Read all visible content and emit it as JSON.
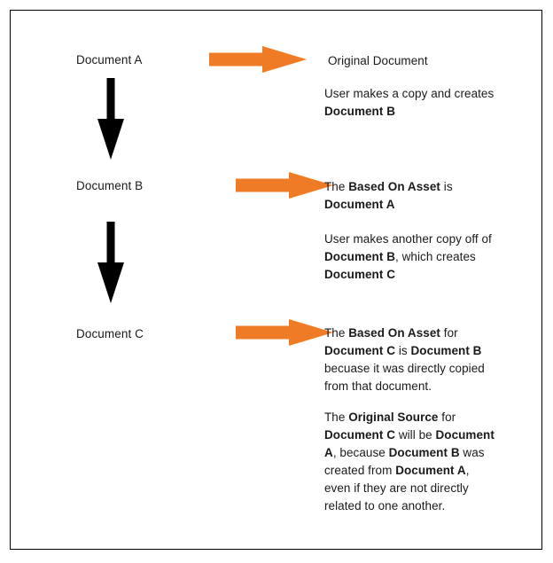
{
  "diagram": {
    "title": "Document lineage: Based On Asset and Original Source",
    "colors": {
      "arrow_orange": "#F07B26",
      "arrow_black": "#000000",
      "frame_border": "#000000",
      "text": "#1a1a1a",
      "background": "#ffffff"
    },
    "nodes": [
      {
        "id": "doc-a",
        "label": "Document A"
      },
      {
        "id": "doc-b",
        "label": "Document B"
      },
      {
        "id": "doc-c",
        "label": "Document C"
      }
    ],
    "flow_arrows": [
      {
        "id": "a-to-b",
        "icon": "down-arrow-icon",
        "direction": "down",
        "color": "#000000",
        "from": "Document A",
        "to": "Document B"
      },
      {
        "id": "b-to-c",
        "icon": "down-arrow-icon",
        "direction": "down",
        "color": "#000000",
        "from": "Document B",
        "to": "Document C"
      }
    ],
    "callout_arrows": [
      {
        "id": "callout-a",
        "icon": "right-arrow-icon",
        "direction": "right",
        "color": "#F07B26",
        "points_to": "Original Document"
      },
      {
        "id": "callout-b",
        "icon": "right-arrow-icon",
        "direction": "right",
        "color": "#F07B26",
        "points_to": "The Based On Asset is Document A"
      },
      {
        "id": "callout-c",
        "icon": "right-arrow-icon",
        "direction": "right",
        "color": "#F07B26",
        "points_to": "The Based On Asset for Document C is Document B"
      }
    ],
    "annotations": [
      {
        "id": "original-document",
        "parts": [
          {
            "text": "Original Document",
            "bold": false
          }
        ]
      },
      {
        "id": "user-copy-b",
        "parts": [
          {
            "text": "User makes a copy and creates ",
            "bold": false
          },
          {
            "text": "Document B",
            "bold": true
          }
        ]
      },
      {
        "id": "based-on-asset-a",
        "parts": [
          {
            "text": "The ",
            "bold": false
          },
          {
            "text": "Based On Asset",
            "bold": true
          },
          {
            "text": " is ",
            "bold": false
          },
          {
            "text": "Document A",
            "bold": true
          }
        ]
      },
      {
        "id": "user-copy-c",
        "parts": [
          {
            "text": "User makes another copy off of ",
            "bold": false
          },
          {
            "text": "Document B",
            "bold": true
          },
          {
            "text": ", which creates ",
            "bold": false
          },
          {
            "text": "Document C",
            "bold": true
          }
        ]
      },
      {
        "id": "based-on-asset-c",
        "parts": [
          {
            "text": "The ",
            "bold": false
          },
          {
            "text": "Based On Asset",
            "bold": true
          },
          {
            "text": " for ",
            "bold": false
          },
          {
            "text": "Document C",
            "bold": true
          },
          {
            "text": " is ",
            "bold": false
          },
          {
            "text": "Document B",
            "bold": true
          },
          {
            "text": " becuase it was directly copied from that document.",
            "bold": false
          }
        ]
      },
      {
        "id": "original-source-c",
        "parts": [
          {
            "text": "The ",
            "bold": false
          },
          {
            "text": "Original Source",
            "bold": true
          },
          {
            "text": " for ",
            "bold": false
          },
          {
            "text": "Document C",
            "bold": true
          },
          {
            "text": " will be ",
            "bold": false
          },
          {
            "text": "Document A",
            "bold": true
          },
          {
            "text": ", because ",
            "bold": false
          },
          {
            "text": "Document B",
            "bold": true
          },
          {
            "text": " was created from ",
            "bold": false
          },
          {
            "text": "Document A",
            "bold": true
          },
          {
            "text": ", even if they are not directly related to one another.",
            "bold": false
          }
        ]
      }
    ]
  }
}
